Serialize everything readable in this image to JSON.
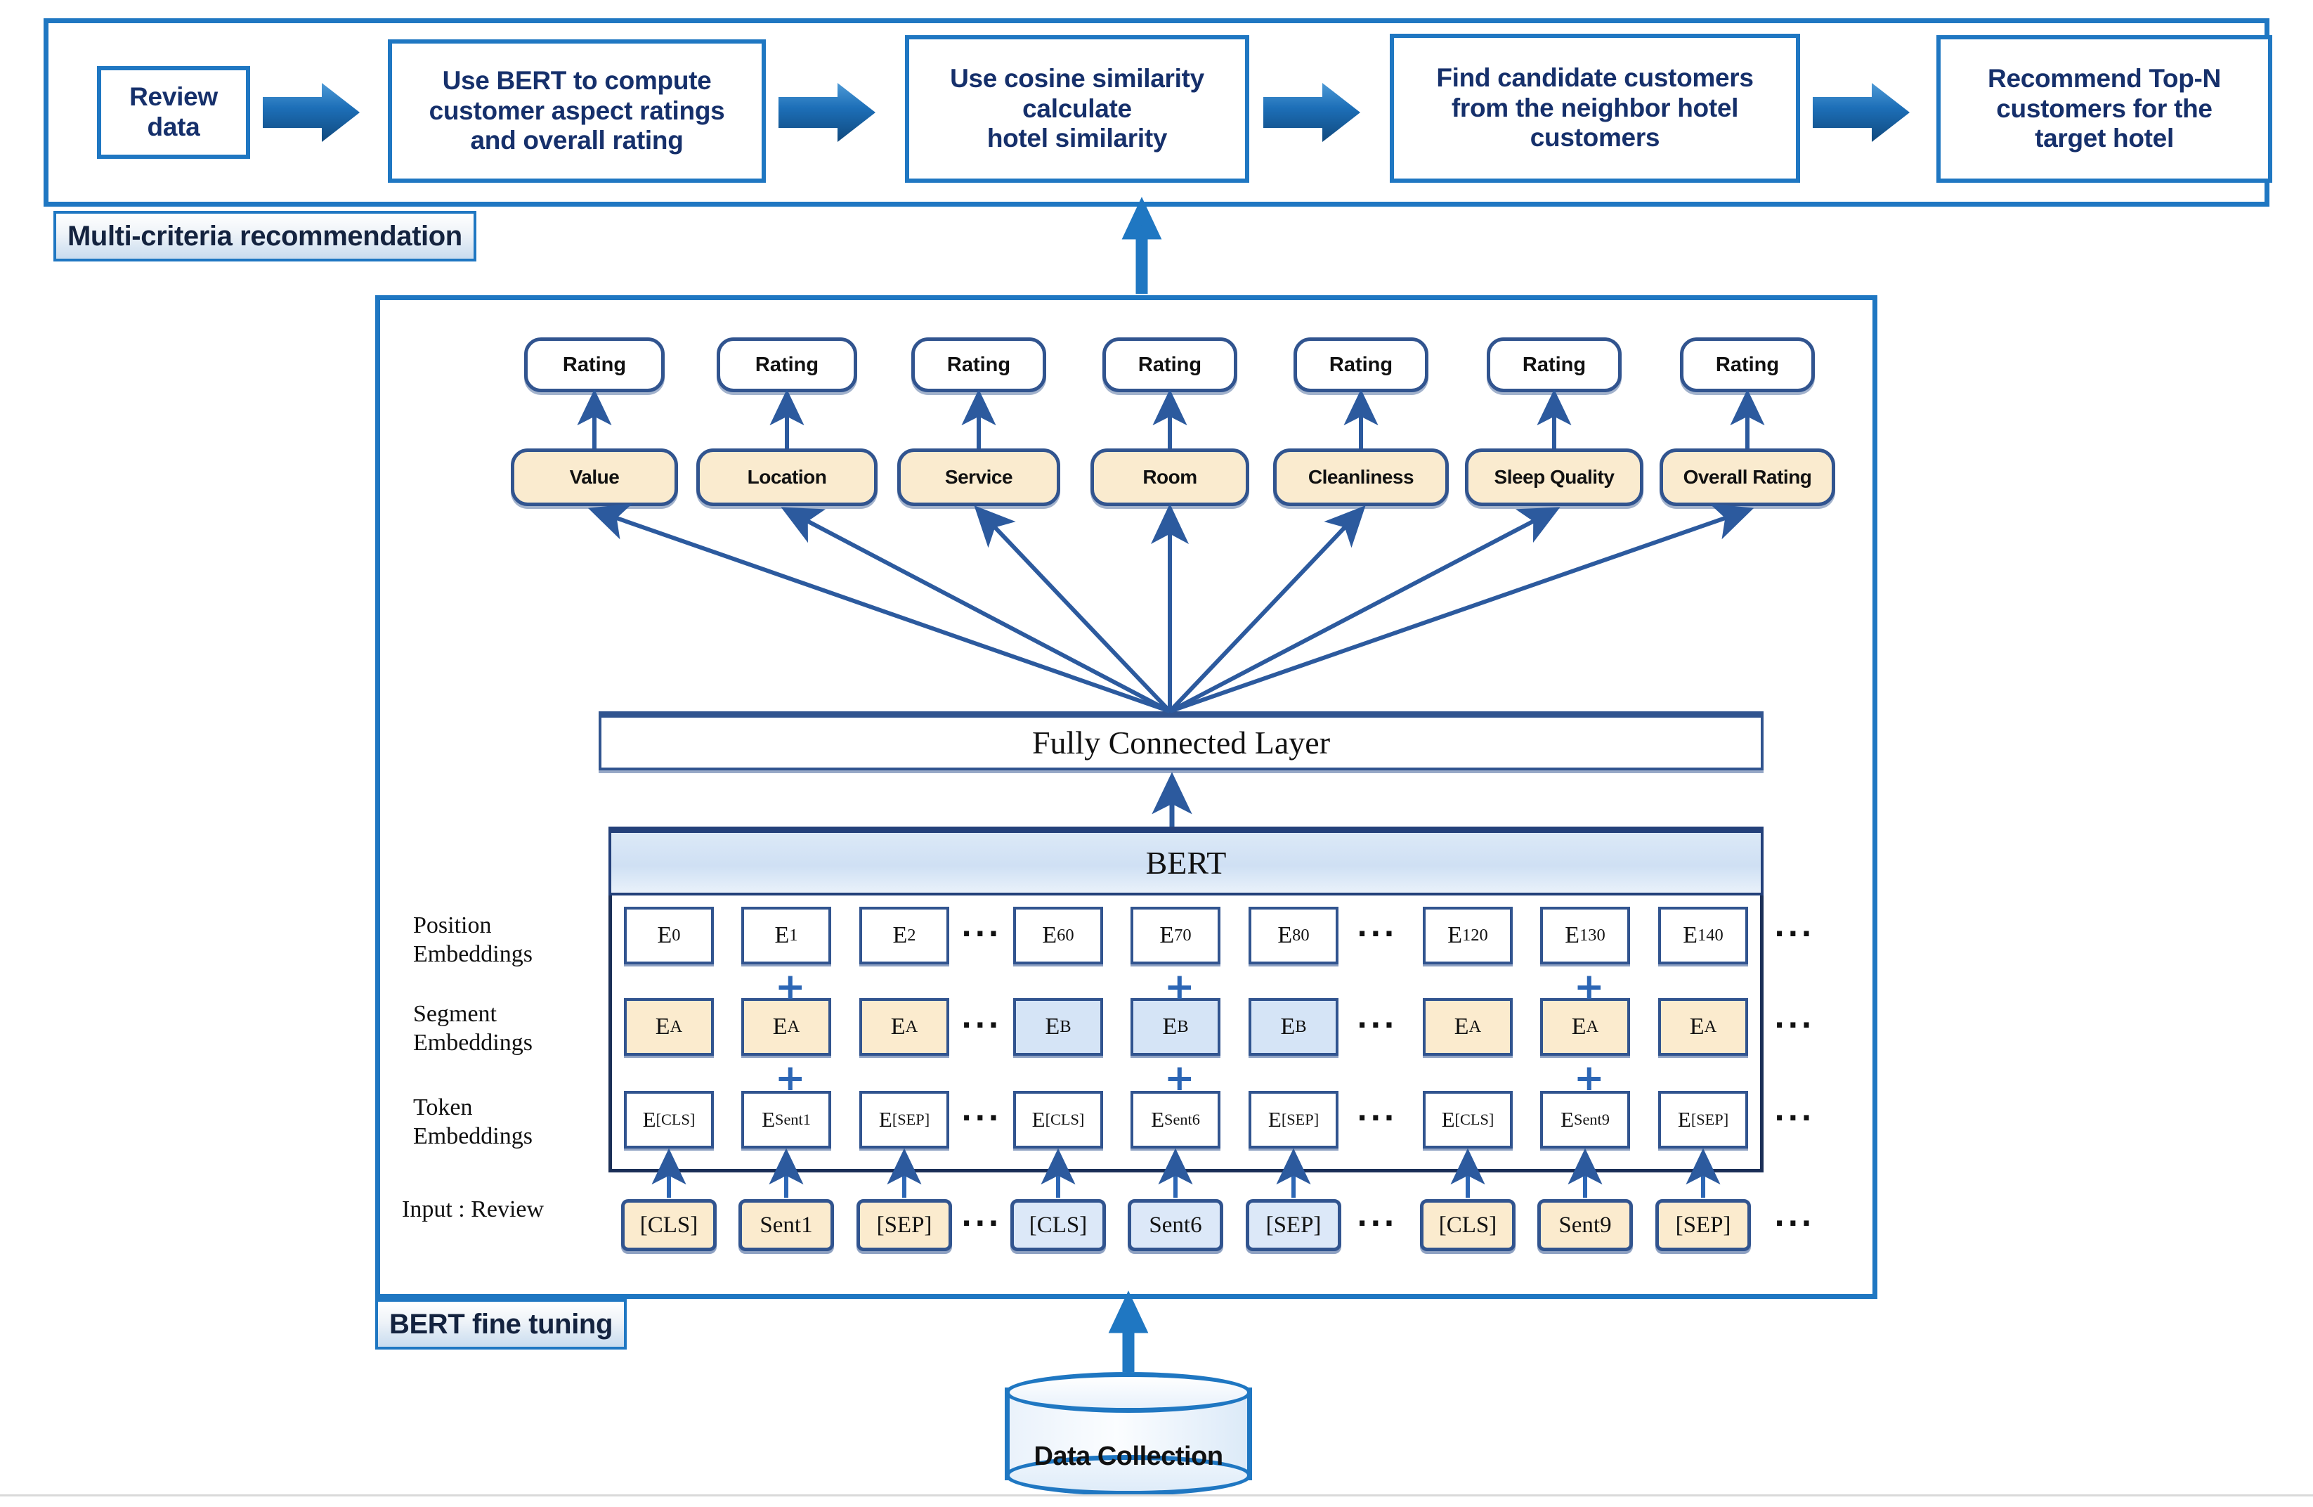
{
  "pipeline": {
    "frame_name": "multi-criteria-recommendation-frame",
    "tab_label": "Multi-criteria recommendation",
    "steps": [
      {
        "text": "Review\ndata"
      },
      {
        "text": "Use BERT to compute\ncustomer aspect ratings\nand overall rating"
      },
      {
        "text": "Use cosine similarity\ncalculate\nhotel similarity"
      },
      {
        "text": "Find candidate customers\nfrom the neighbor hotel\ncustomers"
      },
      {
        "text": "Recommend Top-N\ncustomers for the\ntarget hotel"
      }
    ]
  },
  "bert": {
    "tab_label": "BERT fine tuning",
    "rating_label": "Rating",
    "aspects": [
      "Value",
      "Location",
      "Service",
      "Room",
      "Cleanliness",
      "Sleep Quality",
      "Overall Rating"
    ],
    "fully_connected_label": "Fully Connected Layer",
    "bert_label": "BERT",
    "row_labels": {
      "position": "Position\nEmbeddings",
      "segment": "Segment\nEmbeddings",
      "token": "Token\nEmbeddings",
      "input": "Input : Review"
    },
    "ellipsis": "···",
    "plus": "+",
    "position_embeddings": [
      "E0",
      "E1",
      "E2",
      "E60",
      "E70",
      "E80",
      "E120",
      "E130",
      "E140"
    ],
    "segment_embeddings": [
      {
        "main": "E",
        "sub": "A",
        "fill": "cream"
      },
      {
        "main": "E",
        "sub": "A",
        "fill": "cream"
      },
      {
        "main": "E",
        "sub": "A",
        "fill": "cream"
      },
      {
        "main": "E",
        "sub": "B",
        "fill": "blue"
      },
      {
        "main": "E",
        "sub": "B",
        "fill": "blue"
      },
      {
        "main": "E",
        "sub": "B",
        "fill": "blue"
      },
      {
        "main": "E",
        "sub": "A",
        "fill": "cream"
      },
      {
        "main": "E",
        "sub": "A",
        "fill": "cream"
      },
      {
        "main": "E",
        "sub": "A",
        "fill": "cream"
      }
    ],
    "token_embeddings": [
      {
        "main": "E",
        "sub": "[CLS]"
      },
      {
        "main": "E",
        "sub": "Sent1"
      },
      {
        "main": "E",
        "sub": "[SEP]"
      },
      {
        "main": "E",
        "sub": "[CLS]"
      },
      {
        "main": "E",
        "sub": "Sent6"
      },
      {
        "main": "E",
        "sub": "[SEP]"
      },
      {
        "main": "E",
        "sub": "[CLS]"
      },
      {
        "main": "E",
        "sub": "Sent9"
      },
      {
        "main": "E",
        "sub": "[SEP]"
      }
    ],
    "input_tokens": [
      {
        "text": "[CLS]",
        "fill": "cream"
      },
      {
        "text": "Sent1",
        "fill": "cream"
      },
      {
        "text": "[SEP]",
        "fill": "cream"
      },
      {
        "text": "[CLS]",
        "fill": "blue"
      },
      {
        "text": "Sent6",
        "fill": "blue"
      },
      {
        "text": "[SEP]",
        "fill": "blue"
      },
      {
        "text": "[CLS]",
        "fill": "cream"
      },
      {
        "text": "Sent9",
        "fill": "cream"
      },
      {
        "text": "[SEP]",
        "fill": "cream"
      }
    ]
  },
  "data_source": {
    "label": "Data Collection"
  },
  "colors": {
    "frame_blue": "#1F77C2",
    "arrow_blue": "#2C66B5",
    "box_text_navy": "#16306B",
    "outline_navy": "#31548F",
    "cream_fill": "#FBEBCE",
    "blue_fill": "#D5E4F6",
    "bert_band": "#CFE0F4"
  }
}
